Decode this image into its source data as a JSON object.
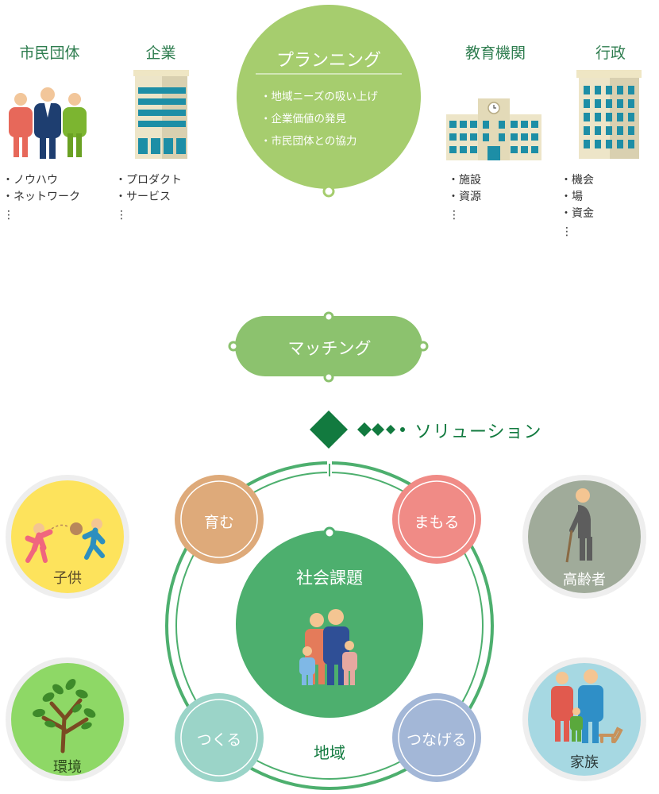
{
  "stakeholders": [
    {
      "title": "市民団体",
      "items": [
        "・ノウハウ",
        "・ネットワーク"
      ],
      "more": "⋮"
    },
    {
      "title": "企業",
      "items": [
        "・プロダクト",
        "・サービス"
      ],
      "more": "⋮"
    },
    {
      "title": "教育機関",
      "items": [
        "・施設",
        "・資源"
      ],
      "more": "⋮"
    },
    {
      "title": "行政",
      "items": [
        "・機会",
        "・場",
        "・資金"
      ],
      "more": "⋮"
    }
  ],
  "planning": {
    "title": "プランニング",
    "items": [
      "・地域ニーズの吸い上げ",
      "・企業価値の発見",
      "・市民団体との協力"
    ]
  },
  "matching": {
    "label": "マッチング"
  },
  "solution": {
    "label": "ソリューション"
  },
  "center": {
    "title": "社会課題",
    "region": "地域"
  },
  "actions": {
    "top_left": "育む",
    "top_right": "まもる",
    "bottom_left": "つくる",
    "bottom_right": "つなげる"
  },
  "targets": {
    "children": "子供",
    "elderly": "高齢者",
    "environment": "環境",
    "family": "家族"
  },
  "colors": {
    "brand_green": "#2e7d4f",
    "planning_green": "#a6cd6e",
    "matching_green": "#8cc26e",
    "center_green": "#4daf6e",
    "solution_diamond": "#127a3f",
    "nurture": "#deaa7a",
    "protect": "#f08b86",
    "make": "#9bd4c8",
    "connect": "#a3b7d7",
    "children_bg": "#fde35c",
    "elderly_bg": "#a0ab9a",
    "environment_bg": "#8ed866",
    "family_bg": "#a6d8e2"
  }
}
